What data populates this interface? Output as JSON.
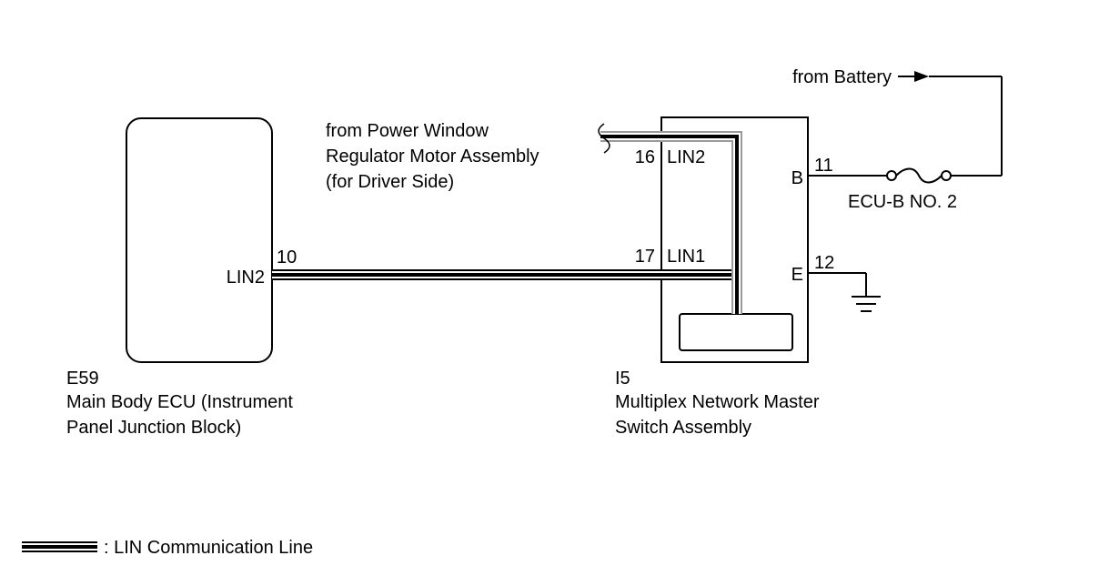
{
  "colors": {
    "background": "#ffffff",
    "wire": "#000000",
    "lin_outline": "#9a9a9a"
  },
  "ecu": {
    "terminal_pin": "10",
    "terminal_name": "LIN2",
    "connector_code": "E59",
    "name_line1": "Main Body ECU (Instrument",
    "name_line2": "Panel Junction Block)"
  },
  "master_switch": {
    "pin_lin2": "16",
    "label_lin2": "LIN2",
    "pin_lin1": "17",
    "label_lin1": "LIN1",
    "pin_b": "11",
    "label_b": "B",
    "pin_e": "12",
    "label_e": "E",
    "connector_code": "I5",
    "name_line1": "Multiplex Network Master",
    "name_line2": "Switch Assembly"
  },
  "power_window": {
    "line1": "from Power Window",
    "line2": "Regulator Motor Assembly",
    "line3": "(for Driver Side)"
  },
  "battery": {
    "label": "from Battery"
  },
  "fuse": {
    "label": "ECU-B NO. 2"
  },
  "legend": {
    "label": ": LIN Communication Line"
  },
  "icons": [
    "ground-icon",
    "fuse-icon",
    "arrow-right-icon"
  ]
}
